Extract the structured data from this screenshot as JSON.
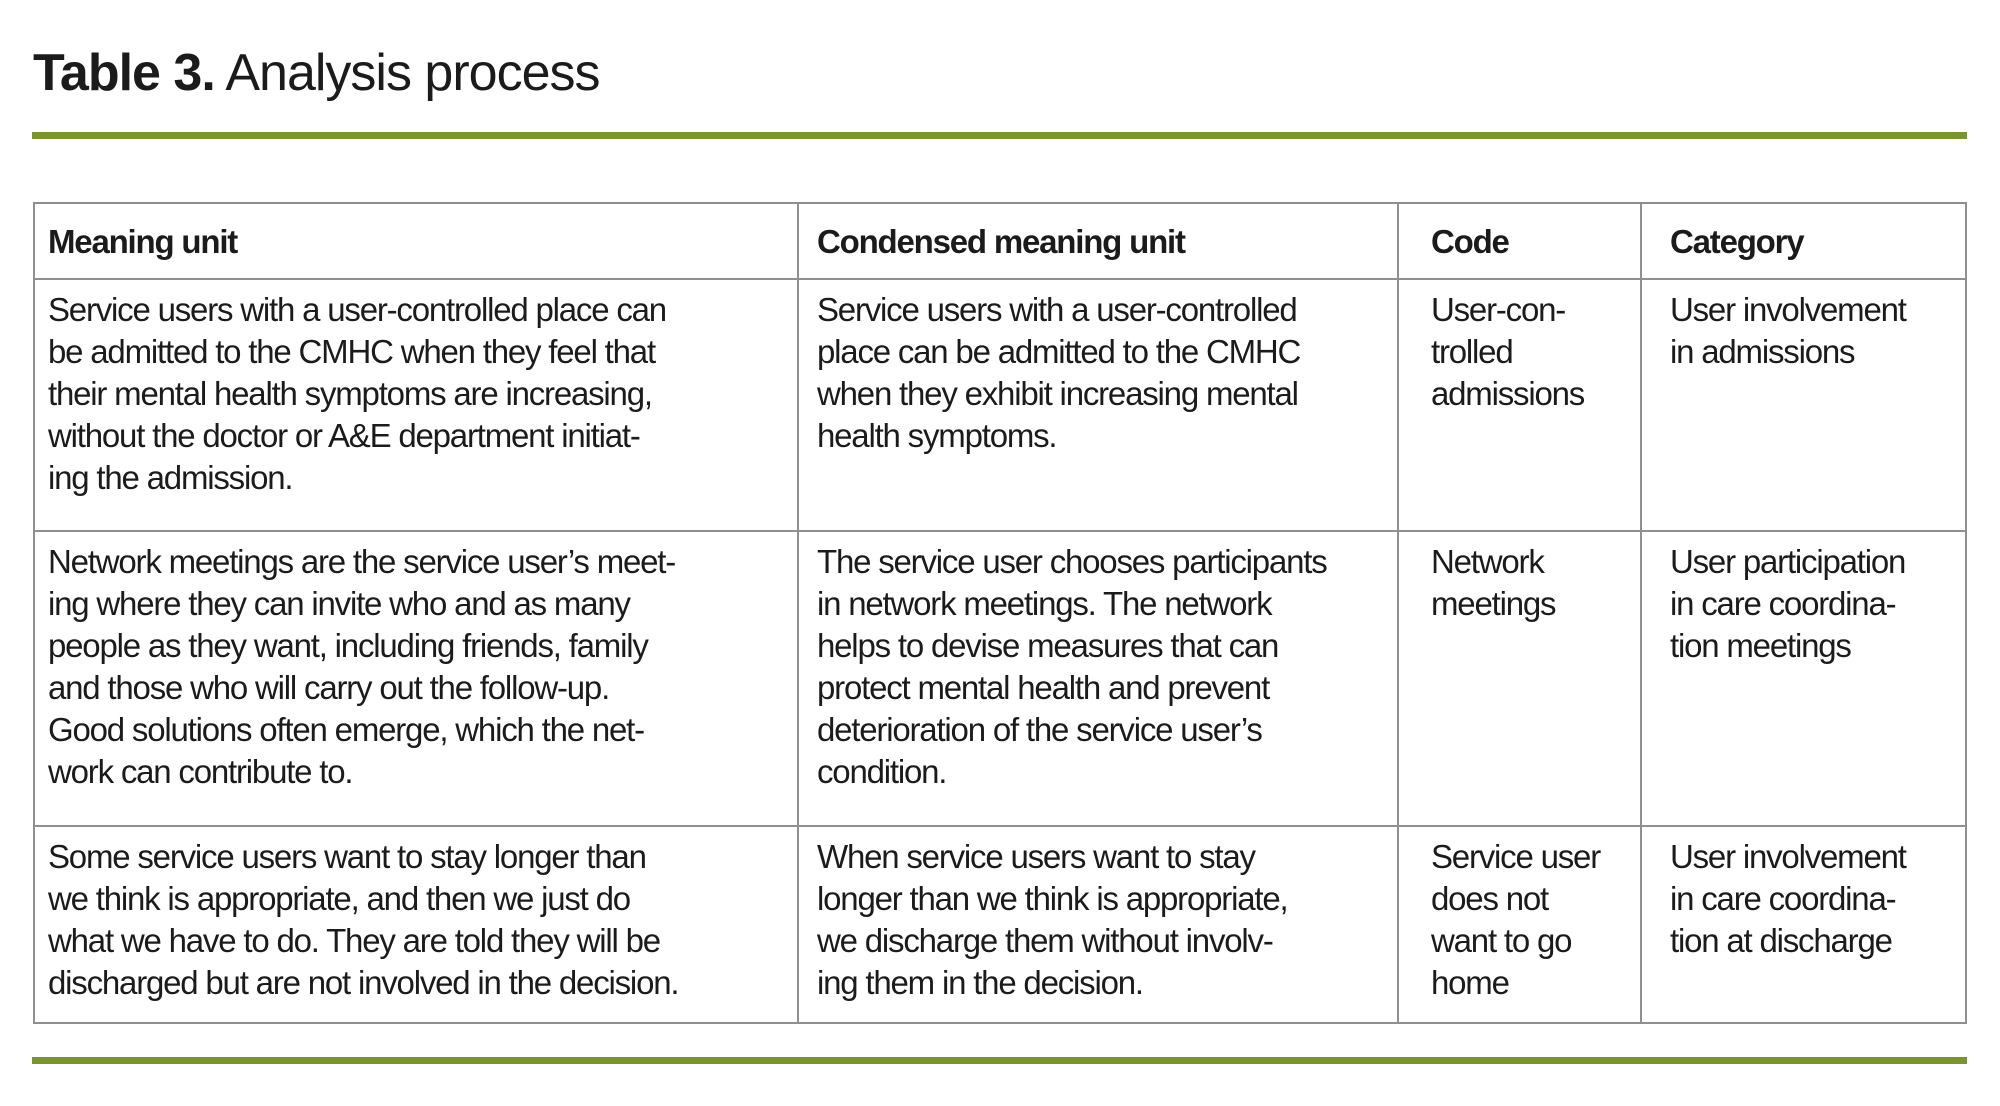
{
  "colors": {
    "accent_green": "#7a9431",
    "table_border_gray": "#8f8f8f",
    "text": "#1b1b1b"
  },
  "caption": {
    "label": "Table 3.",
    "text": " Analysis process"
  },
  "table": {
    "headers": [
      "Meaning unit",
      "Condensed meaning unit",
      "Code",
      "Category"
    ],
    "rows": [
      {
        "meaning_unit": "Service users with a user-controlled place can\nbe admitted to the CMHC when they feel that\ntheir mental health symptoms are increasing,\nwithout the doctor or A&E department initiat-\ning the admission.",
        "condensed_meaning_unit": "Service users with a user-controlled\nplace can be admitted to the CMHC\nwhen they exhibit increasing mental\nhealth symptoms.",
        "code": "User-con-\ntrolled\nadmissions",
        "category": "User involvement\nin admissions"
      },
      {
        "meaning_unit": "Network meetings are the service user’s meet-\ning where they can invite who and as many\npeople as they want, including friends, family\nand those who will carry out the follow-up.\nGood solutions often emerge, which the net-\nwork can contribute to.",
        "condensed_meaning_unit": "The service user chooses participants\nin network meetings. The network\nhelps to devise measures that can\nprotect mental health and prevent\ndeterioration of the service user’s\ncondition.",
        "code": "Network\nmeetings",
        "category": "User participation\nin care coordina-\ntion meetings"
      },
      {
        "meaning_unit": "Some service users want to stay longer than\nwe think is appropriate, and then we just do\nwhat we have to do. They are told they will be\ndischarged but are not involved in the decision.",
        "condensed_meaning_unit": "When service users want to stay\nlonger than we think is appropriate,\nwe discharge them without involv-\ning them in the decision.",
        "code": "Service user\ndoes not\nwant to go\nhome",
        "category": "User involvement\nin care coordina-\ntion at discharge"
      }
    ]
  }
}
